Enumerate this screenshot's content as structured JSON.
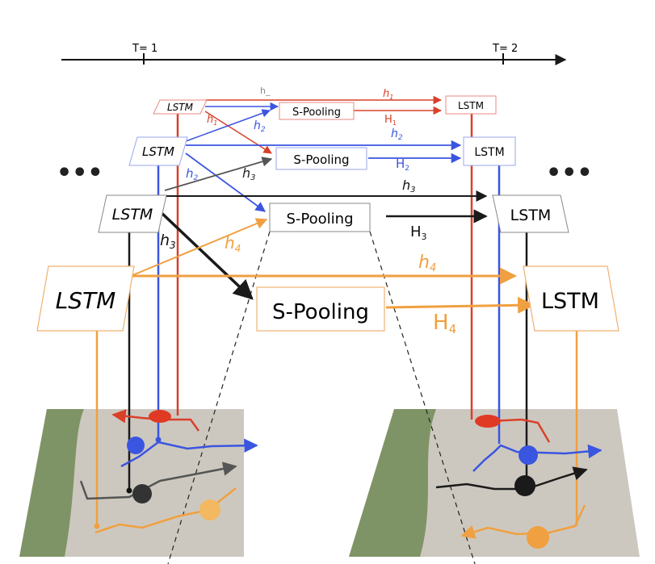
{
  "timeline": {
    "t1": "T= 1",
    "t2": "T= 2"
  },
  "ellipsis": "•••",
  "nodes": {
    "lstm": "LSTM",
    "spool": "S-Pooling"
  },
  "labels": {
    "h_dash": "h_",
    "h1": "h",
    "h2": "h",
    "h3": "h",
    "h4": "h",
    "H": "H",
    "sub1": "1",
    "sub2": "2",
    "sub3": "3",
    "sub4": "4"
  },
  "colors": {
    "red": "#d9402a",
    "blue": "#3a55e0",
    "black": "#1a1a1a",
    "orange": "#f0a040",
    "dashed": "#222222"
  }
}
